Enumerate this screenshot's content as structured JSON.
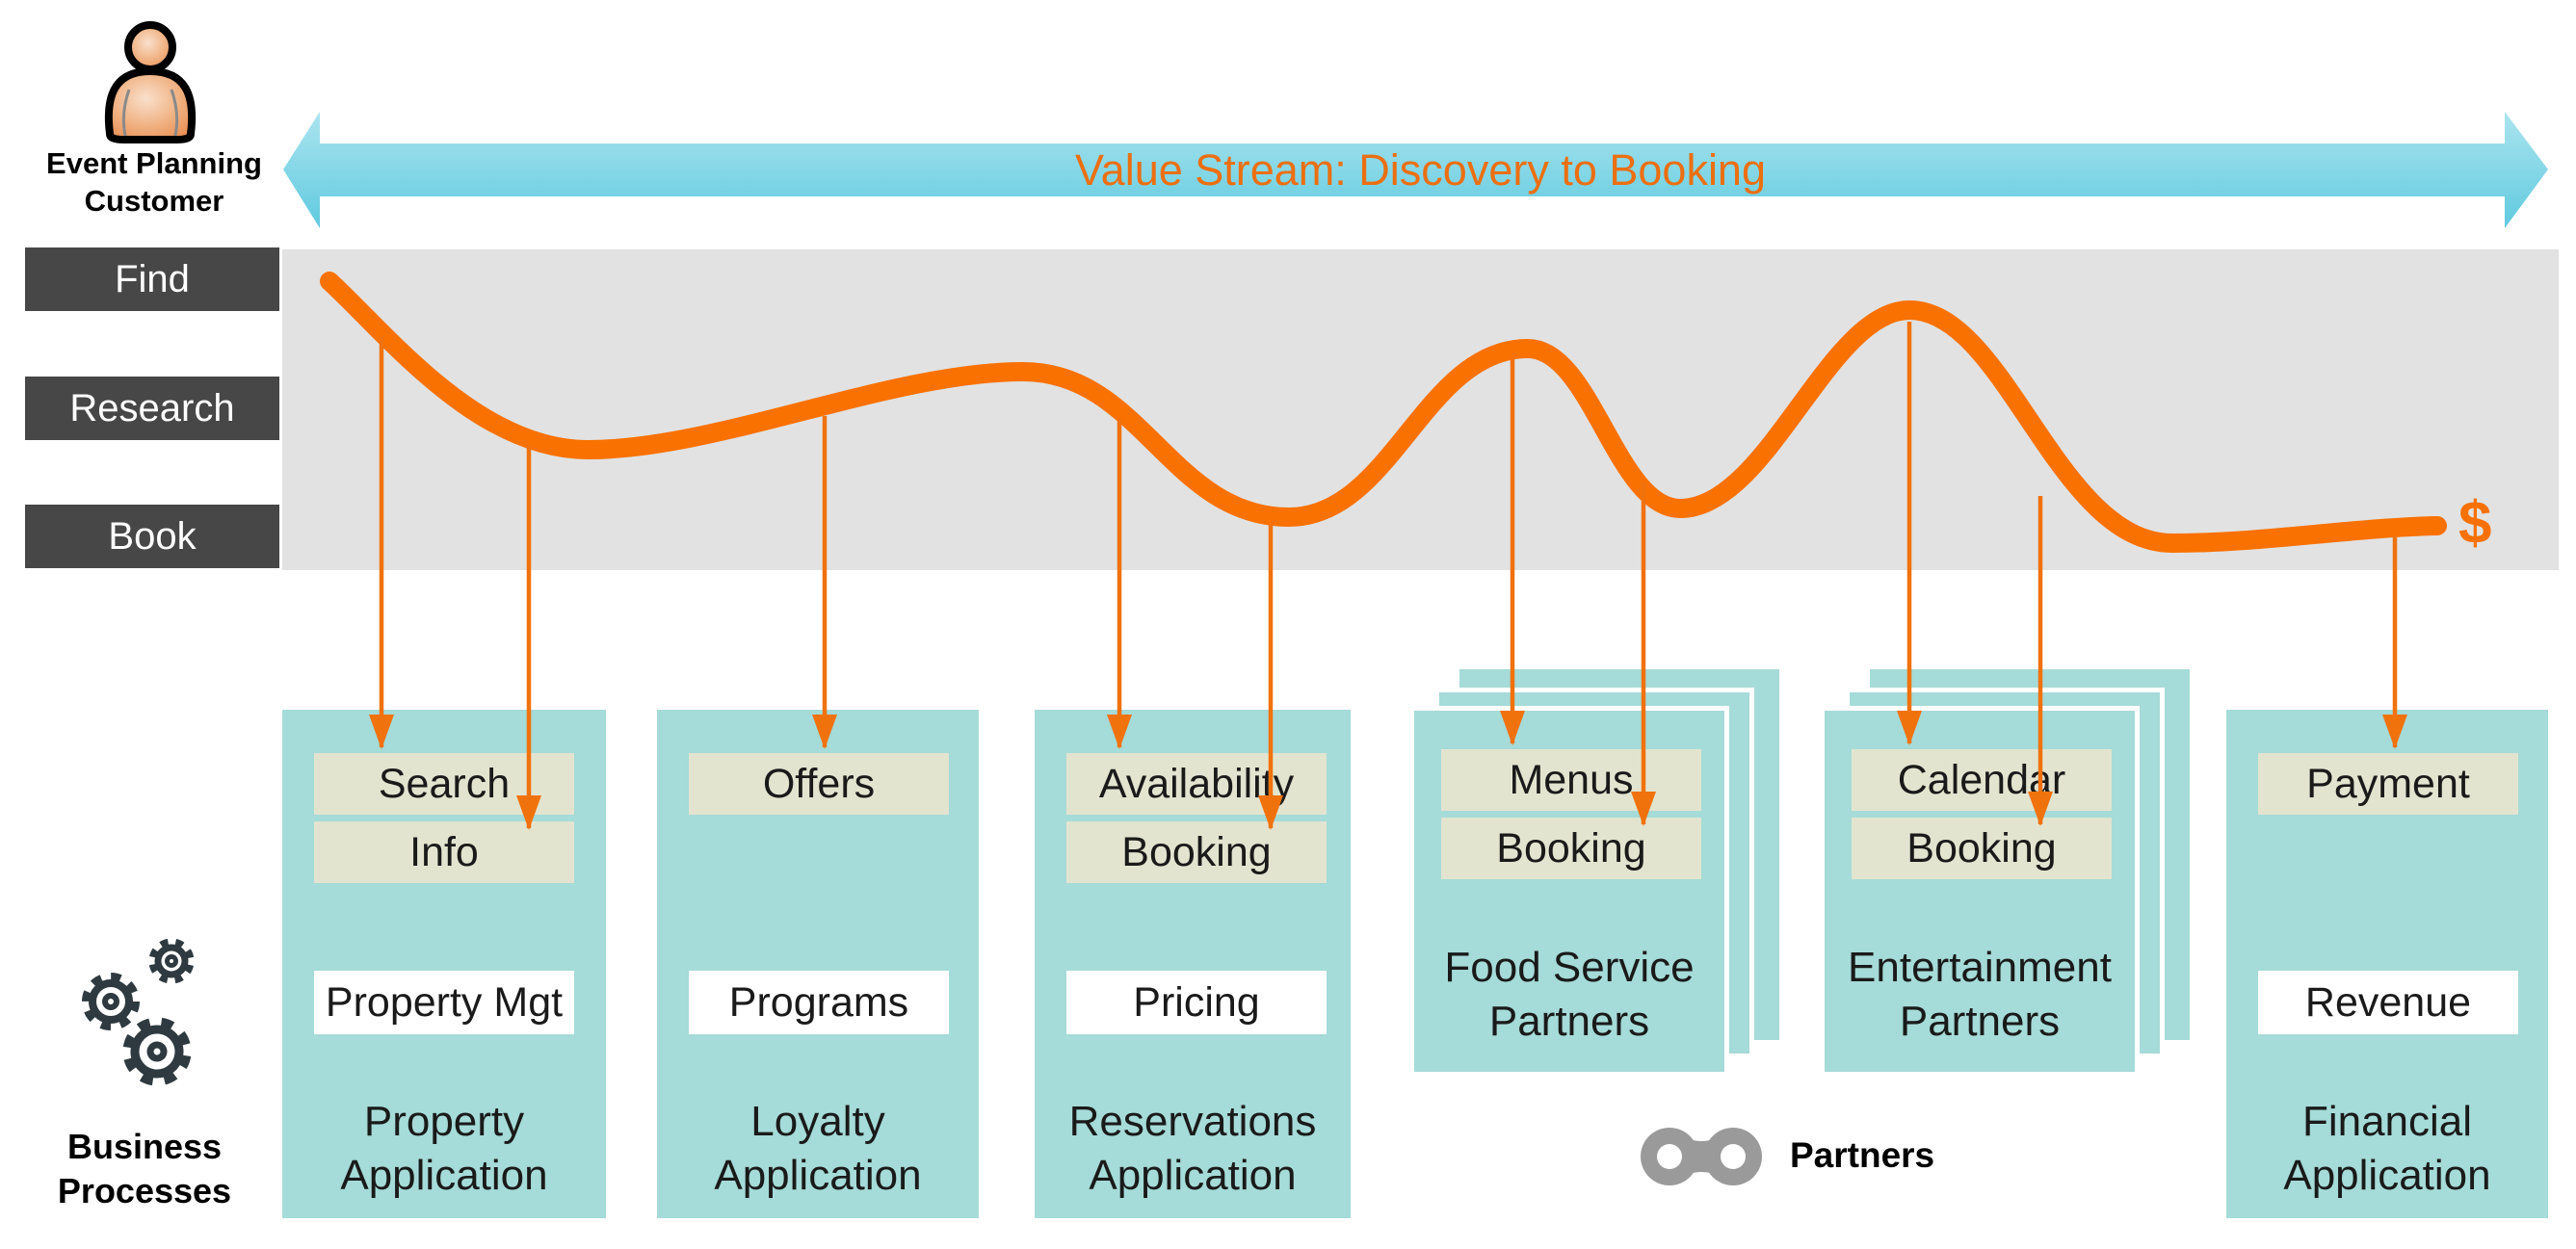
{
  "header": {
    "customer_label": "Event Planning Customer",
    "value_stream_title": "Value Stream: Discovery to Booking"
  },
  "stages": [
    "Find",
    "Research",
    "Book"
  ],
  "currency_symbol": "$",
  "apps": [
    {
      "type": "application",
      "name": "Property Application",
      "chips": [
        "Search",
        "Info"
      ],
      "process": "Property Mgt"
    },
    {
      "type": "application",
      "name": "Loyalty Application",
      "chips": [
        "Offers"
      ],
      "process": "Programs"
    },
    {
      "type": "application",
      "name": "Reservations Application",
      "chips": [
        "Availability",
        "Booking"
      ],
      "process": "Pricing"
    },
    {
      "type": "partner-stack",
      "name": "Food Service Partners",
      "chips": [
        "Menus",
        "Booking"
      ]
    },
    {
      "type": "partner-stack",
      "name": "Entertainment Partners",
      "chips": [
        "Calendar",
        "Booking"
      ]
    },
    {
      "type": "application",
      "name": "Financial Application",
      "chips": [
        "Payment"
      ],
      "process": "Revenue"
    }
  ],
  "legend": {
    "business_processes": "Business Processes",
    "partners": "Partners"
  },
  "colors": {
    "journey_curve_orange": "#F97100",
    "drop_arrow_orange": "#F0720D",
    "title_orange": "#EB6F10",
    "value_stream_arrow_cyan": "#7FD5E6",
    "application_teal": "#A5DBD8",
    "chip_beige": "#E2E4CF",
    "journey_band_gray": "#E2E2E2",
    "stage_box_dark": "#474747",
    "partner_icon_gray": "#9A9A9A",
    "gears_dark": "#2E3A40"
  }
}
